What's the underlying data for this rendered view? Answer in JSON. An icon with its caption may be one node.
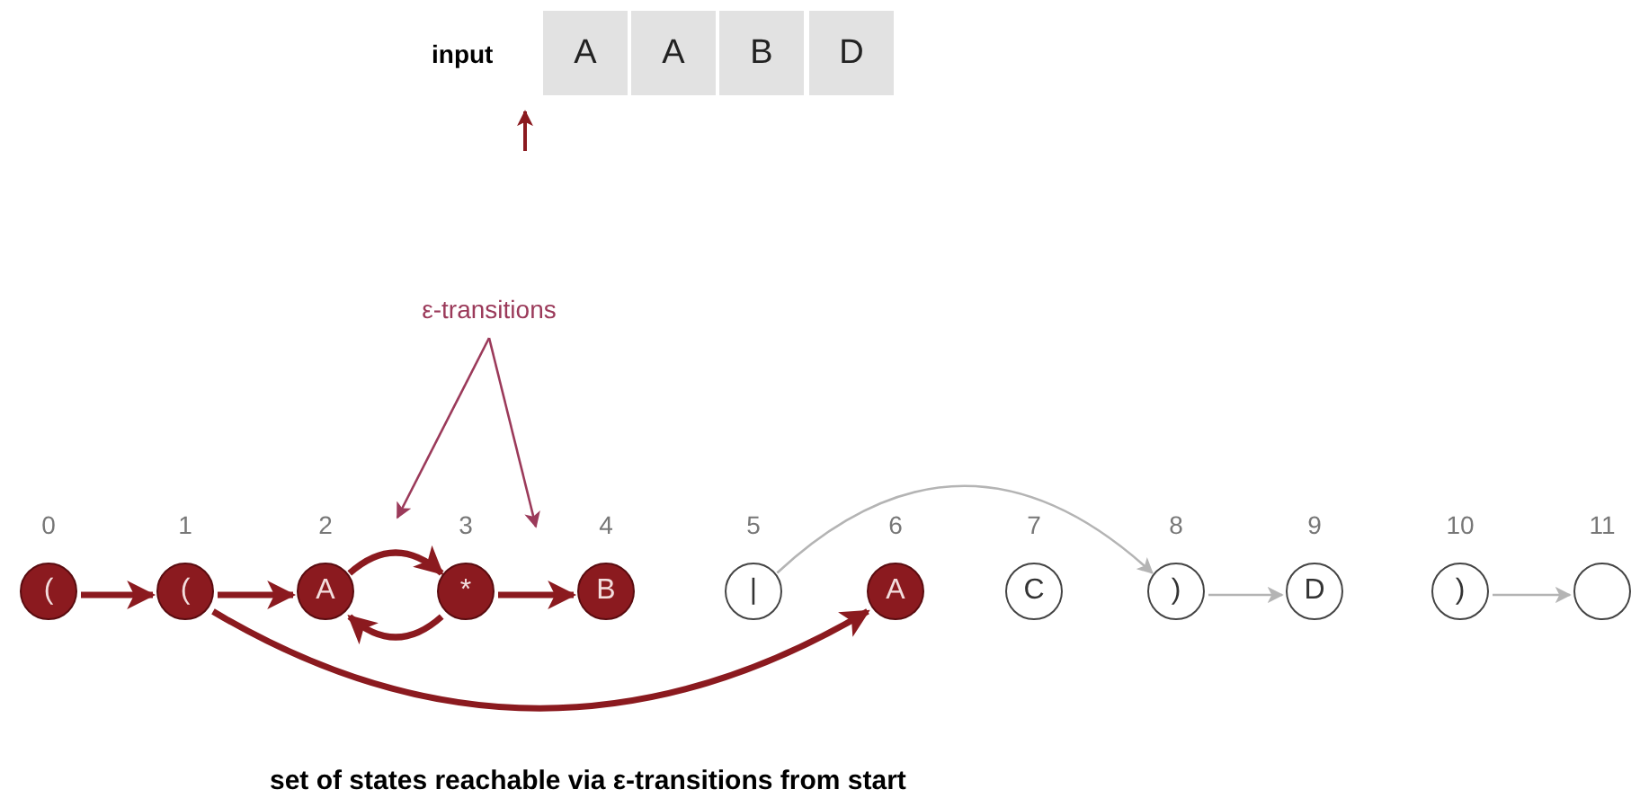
{
  "diagram": {
    "caption": "set of states reachable via ε-transitions from start",
    "nodes": [
      {
        "text": [
          "A"
        ]
      },
      {
        "text": [
          "A"
        ]
      },
      {
        "text": [
          "B"
        ]
      },
      {
        "text": [
          "D"
        ]
      },
      {
        "text": [
          "ε-transitions"
        ]
      },
      {
        "text": [
          "("
        ],
        "beside": [
          "0"
        ]
      },
      {
        "text": [
          "("
        ],
        "beside": [
          "1"
        ]
      },
      {
        "text": [
          "A"
        ],
        "beside": [
          "2"
        ]
      },
      {
        "text": [
          "*"
        ],
        "beside": [
          "3"
        ]
      },
      {
        "text": [
          "B"
        ],
        "beside": [
          "4"
        ]
      },
      {
        "text": [
          "|"
        ],
        "beside": [
          "5"
        ]
      },
      {
        "text": [
          "A"
        ],
        "beside": [
          "6"
        ]
      },
      {
        "text": [
          "C"
        ],
        "beside": [
          "7"
        ]
      },
      {
        "text": [
          ")"
        ],
        "beside": [
          "8"
        ]
      },
      {
        "text": [
          "D"
        ],
        "beside": [
          "9"
        ]
      },
      {
        "text": [
          ")"
        ],
        "beside": [
          "10"
        ]
      },
      {
        "text": [],
        "shape": "circle",
        "beside": [
          "11"
        ]
      }
    ],
    "edges": [
      {
        "from": 5,
        "to": 6,
        "arrow": "to"
      },
      {
        "from": 6,
        "to": 7,
        "arrow": "to"
      },
      {
        "from": 7,
        "to": 8,
        "arrow": "to"
      },
      {
        "from": 8,
        "to": 7,
        "arrow": "to"
      },
      {
        "from": 8,
        "to": 9,
        "arrow": "to"
      },
      {
        "from": 6,
        "to": 11,
        "arrow": "to"
      },
      {
        "from": 10,
        "to": 13,
        "arrow": "to",
        "color": "#b4b4b4"
      },
      {
        "from": 13,
        "to": 14,
        "arrow": "to",
        "color": "#b4b4b4"
      },
      {
        "from": 15,
        "to": 16,
        "arrow": "to",
        "color": "#b4b4b4"
      },
      {
        "from": 4,
        "to": null,
        "arrow": "to",
        "color": "#9b3a5a"
      },
      {
        "from": 4,
        "to": null,
        "arrow": "to",
        "color": "#9b3a5a"
      }
    ],
    "labels": [
      "input"
    ]
  }
}
